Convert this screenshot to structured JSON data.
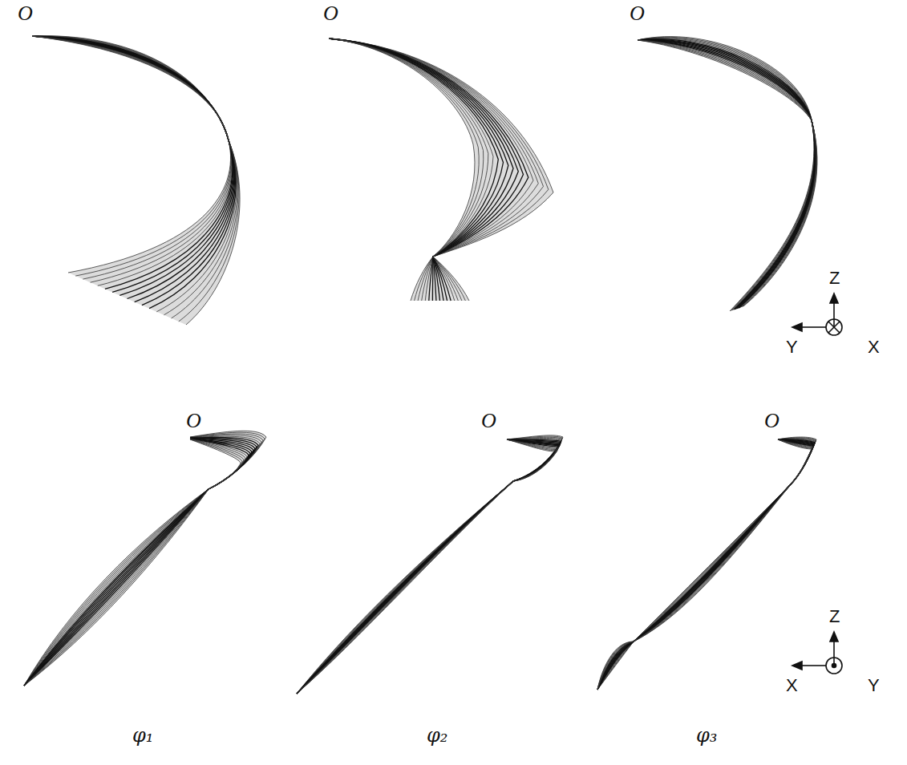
{
  "diagram": {
    "labels": [
      "O",
      "O",
      "O",
      "Z",
      "Y",
      "X",
      "O",
      "O",
      "O",
      "Z",
      "X",
      "Y",
      "φ₁",
      "φ₂",
      "φ₃"
    ]
  }
}
